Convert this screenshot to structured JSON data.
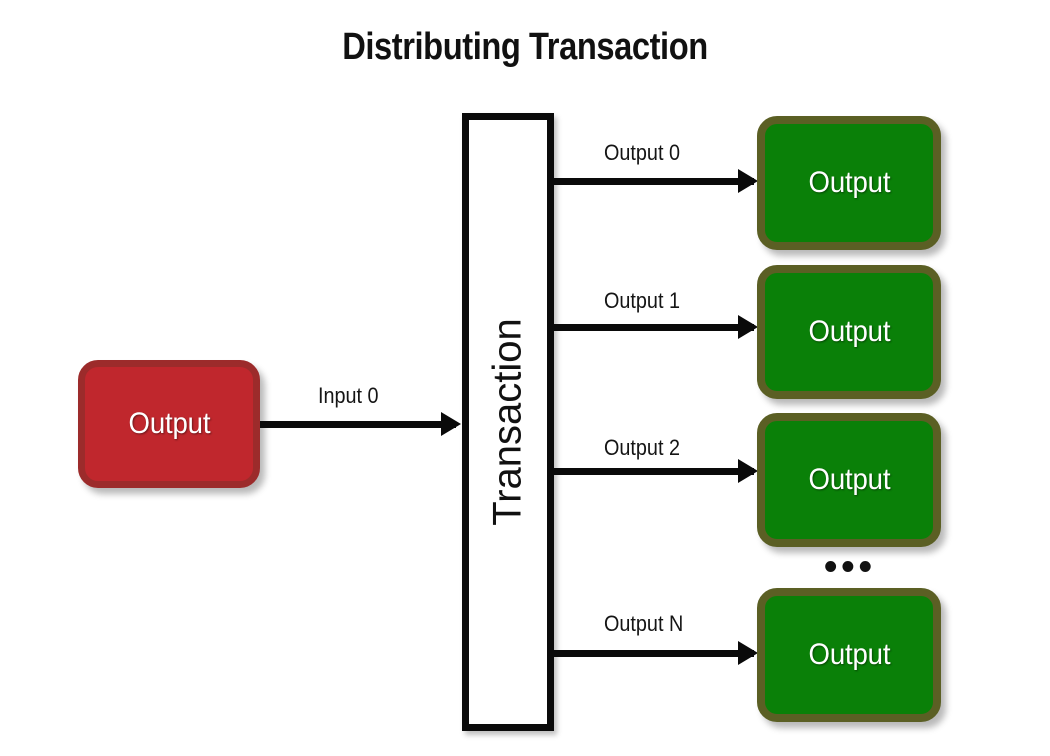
{
  "diagram": {
    "title": "Distributing Transaction",
    "background_color": "#ffffff",
    "colors": {
      "input_fill": "#c0272d",
      "input_border": "#9c2b2b",
      "output_fill": "#0a8008",
      "output_border": "#5b5f24",
      "transaction_fill": "#ffffff",
      "transaction_border": "#0a0a0a",
      "connector": "#0a0a0a",
      "text_dark": "#111111",
      "text_light": "#ffffff"
    },
    "input_node": {
      "label": "Output"
    },
    "transaction": {
      "label": "Transaction"
    },
    "input_connector": {
      "label": "Input 0"
    },
    "ellipsis": "•••",
    "outputs": [
      {
        "connector_label": "Output 0",
        "node_label": "Output"
      },
      {
        "connector_label": "Output 1",
        "node_label": "Output"
      },
      {
        "connector_label": "Output 2",
        "node_label": "Output"
      },
      {
        "connector_label": "Output N",
        "node_label": "Output"
      }
    ]
  }
}
